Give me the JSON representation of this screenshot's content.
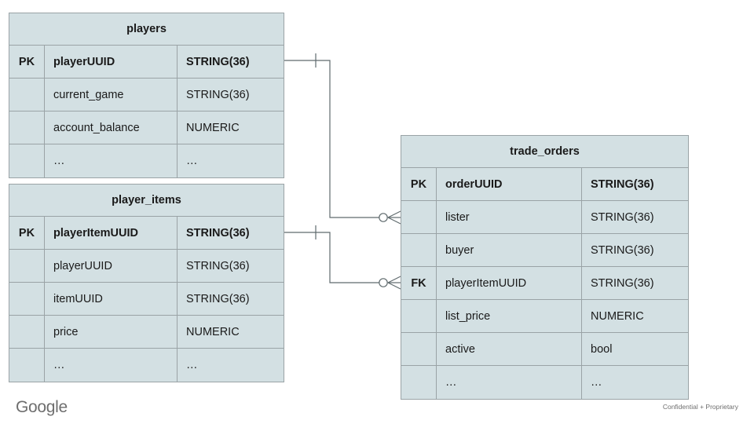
{
  "diagram": {
    "type": "entity-relationship-diagram",
    "notation": "crows-foot",
    "colors": {
      "entity_fill": "#d3e0e3",
      "entity_border": "#9aa3a6",
      "connector": "#5f6a6d",
      "text": "#1a1a1a",
      "footer_text": "#6e6e6e"
    }
  },
  "entities": [
    {
      "id": "players",
      "title": "players",
      "rows": [
        {
          "key": "PK",
          "name": "playerUUID",
          "type": "STRING(36)",
          "bold": true
        },
        {
          "key": "",
          "name": "current_game",
          "type": "STRING(36)",
          "bold": false
        },
        {
          "key": "",
          "name": "account_balance",
          "type": "NUMERIC",
          "bold": false
        },
        {
          "key": "",
          "name": "…",
          "type": "…",
          "bold": false
        }
      ]
    },
    {
      "id": "player_items",
      "title": "player_items",
      "rows": [
        {
          "key": "PK",
          "name": "playerItemUUID",
          "type": "STRING(36)",
          "bold": true
        },
        {
          "key": "",
          "name": "playerUUID",
          "type": "STRING(36)",
          "bold": false
        },
        {
          "key": "",
          "name": "itemUUID",
          "type": "STRING(36)",
          "bold": false
        },
        {
          "key": "",
          "name": "price",
          "type": "NUMERIC",
          "bold": false
        },
        {
          "key": "",
          "name": "…",
          "type": "…",
          "bold": false
        }
      ]
    },
    {
      "id": "trade_orders",
      "title": "trade_orders",
      "rows": [
        {
          "key": "PK",
          "name": "orderUUID",
          "type": "STRING(36)",
          "bold": true
        },
        {
          "key": "",
          "name": "lister",
          "type": "STRING(36)",
          "bold": false
        },
        {
          "key": "",
          "name": "buyer",
          "type": "STRING(36)",
          "bold": false
        },
        {
          "key": "FK",
          "name": "playerItemUUID",
          "type": "STRING(36)",
          "bold": false
        },
        {
          "key": "",
          "name": "list_price",
          "type": "NUMERIC",
          "bold": false
        },
        {
          "key": "",
          "name": "active",
          "type": "bool",
          "bold": false
        },
        {
          "key": "",
          "name": "…",
          "type": "…",
          "bold": false
        }
      ]
    }
  ],
  "relationships": [
    {
      "id": "players-to-trade_orders",
      "from_entity": "players",
      "from_field": "playerUUID",
      "from_cardinality": "one",
      "to_entity": "trade_orders",
      "to_field": "lister",
      "to_cardinality": "zero-or-many"
    },
    {
      "id": "player_items-to-trade_orders",
      "from_entity": "player_items",
      "from_field": "playerItemUUID",
      "from_cardinality": "one",
      "to_entity": "trade_orders",
      "to_field": "playerItemUUID",
      "to_cardinality": "zero-or-many"
    }
  ],
  "footer": {
    "logo_text": "Google",
    "confidential_text": "Confidential + Proprietary"
  }
}
